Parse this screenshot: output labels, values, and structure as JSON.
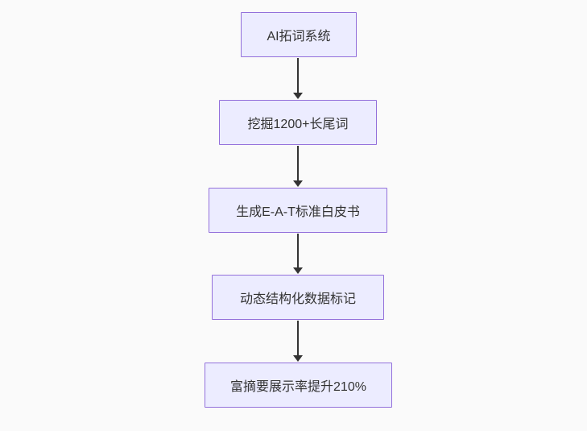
{
  "diagram": {
    "type": "flowchart",
    "direction": "top-down",
    "colors": {
      "background": "#fafafa",
      "node_fill": "#ececff",
      "node_border": "#9370db",
      "node_text": "#333333",
      "arrow": "#333333"
    },
    "nodes": [
      {
        "id": "A",
        "label": "AI拓词系统"
      },
      {
        "id": "B",
        "label": "挖掘1200+长尾词"
      },
      {
        "id": "C",
        "label": "生成E-A-T标准白皮书"
      },
      {
        "id": "D",
        "label": "动态结构化数据标记"
      },
      {
        "id": "E",
        "label": "富摘要展示率提升210%"
      }
    ],
    "edges": [
      {
        "from": "A",
        "to": "B"
      },
      {
        "from": "B",
        "to": "C"
      },
      {
        "from": "C",
        "to": "D"
      },
      {
        "from": "D",
        "to": "E"
      }
    ]
  }
}
